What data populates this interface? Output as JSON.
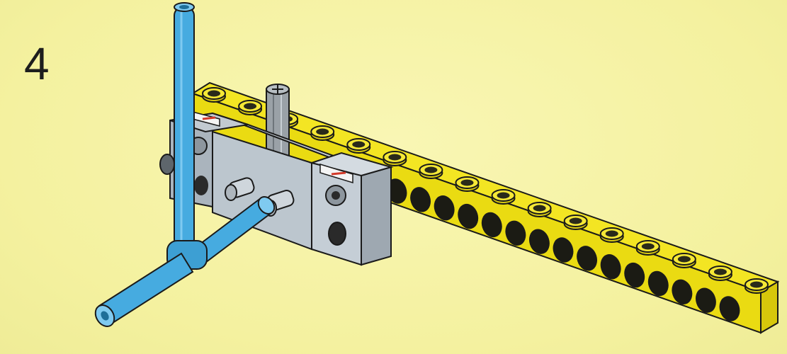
{
  "instruction": {
    "step_number": "4"
  },
  "parts": [
    {
      "name": "yellow-technic-beam",
      "color": "#f1e31a"
    },
    {
      "name": "gray-motor-block",
      "color": "#b9c3cc"
    },
    {
      "name": "gray-axle",
      "color": "#8f969c"
    },
    {
      "name": "blue-tube-frame",
      "color": "#42a9dd"
    }
  ],
  "colors": {
    "background": "#f6f3a6",
    "outline": "#1a1a1a"
  }
}
